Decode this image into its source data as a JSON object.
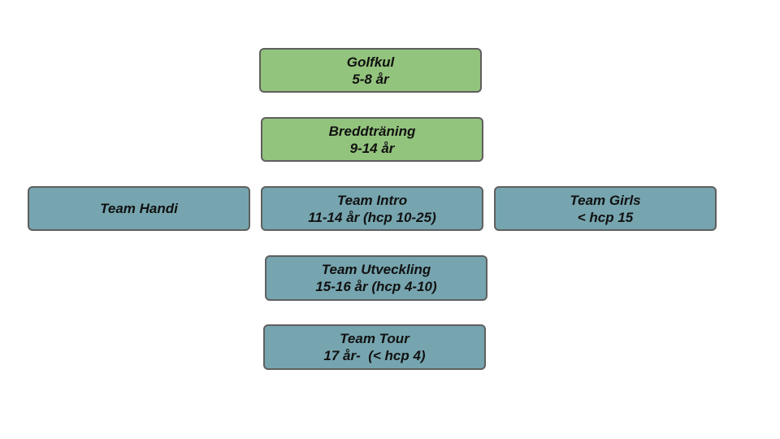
{
  "boxes": {
    "golfkul": {
      "line1": "Golfkul",
      "line2": "5-8 år",
      "color": "#93c47d"
    },
    "breddtraning": {
      "line1": "Breddträning",
      "line2": "9-14 år",
      "color": "#93c47d"
    },
    "team_handi": {
      "line1": "Team Handi",
      "line2": "",
      "color": "#76a5af"
    },
    "team_intro": {
      "line1": "Team Intro",
      "line2": "11-14 år (hcp 10-25)",
      "color": "#76a5af"
    },
    "team_girls": {
      "line1": "Team Girls",
      "line2": "< hcp 15",
      "color": "#76a5af"
    },
    "team_utveckling": {
      "line1": "Team Utveckling",
      "line2": "15-16 år (hcp 4-10)",
      "color": "#76a5af"
    },
    "team_tour": {
      "line1": "Team Tour",
      "line2": "17 år-  (< hcp 4)",
      "color": "#76a5af"
    }
  }
}
